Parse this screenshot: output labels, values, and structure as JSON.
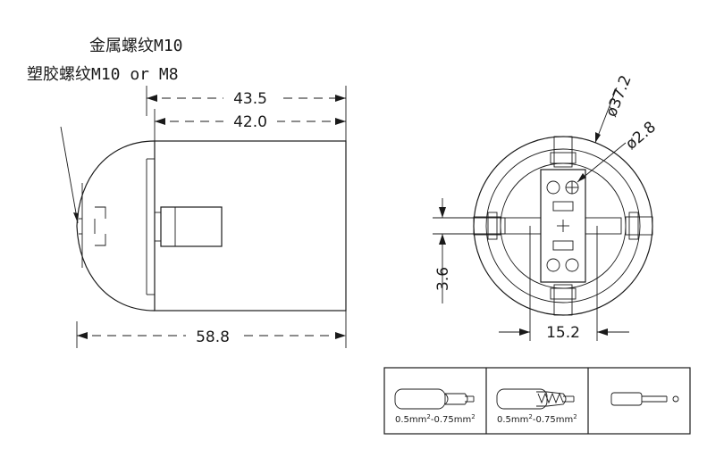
{
  "notes": {
    "line1": "金属螺纹M10",
    "line2": "塑胶螺纹M10 or M8"
  },
  "dimensions": {
    "d1": "43.5",
    "d2": "42.0",
    "d3": "58.8",
    "d4": "15.2",
    "d5": "3.6",
    "d6": "ø37.2",
    "d7": "ø2.8"
  },
  "wire_table": {
    "cells": [
      {
        "label": "0.5mm2-0.75mm2",
        "base": "0.5mm",
        "sup1": "2",
        "mid": "-0.75mm",
        "sup2": "2"
      },
      {
        "label": "0.5mm2-0.75mm2",
        "base": "0.5mm",
        "sup1": "2",
        "mid": "-0.75mm",
        "sup2": "2"
      },
      {
        "label": ""
      }
    ]
  }
}
